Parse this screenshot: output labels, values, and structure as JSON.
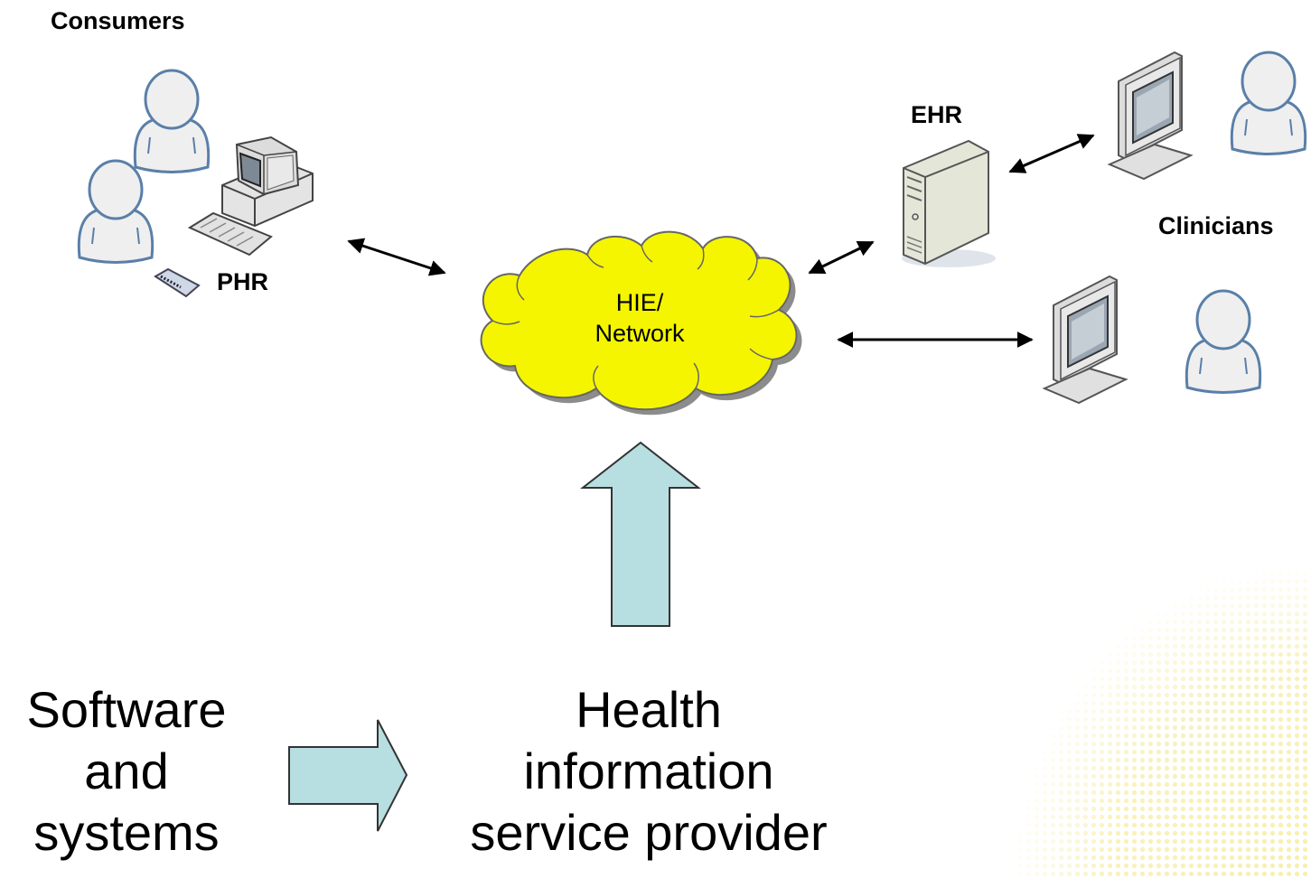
{
  "labels": {
    "consumers": "Consumers",
    "phr": "PHR",
    "ehr": "EHR",
    "clinicians": "Clinicians",
    "cloud_line1": "HIE/",
    "cloud_line2": "Network"
  },
  "bottom": {
    "software_line1": "Software",
    "software_line2": "and",
    "software_line3": "systems",
    "provider_line1": "Health",
    "provider_line2": "information",
    "provider_line3": "service provider"
  },
  "colors": {
    "cloud_fill": "#f5f500",
    "arrow_fill": "#b7dee0",
    "person_fill": "#efefef",
    "person_stroke": "#5a7fa8"
  },
  "icons": [
    "person-icon",
    "desktop-computer-icon",
    "keyboard-icon",
    "mouse-icon",
    "server-icon",
    "monitor-icon",
    "cloud-shape"
  ]
}
